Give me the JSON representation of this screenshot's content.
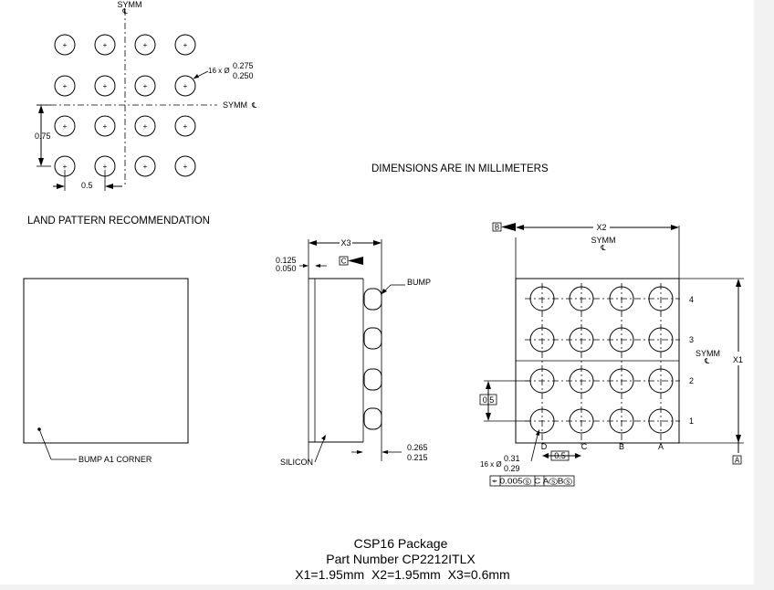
{
  "land_pattern": {
    "symm_top": "SYMM",
    "symm_right": "SYMM",
    "cl": "℄",
    "pad_callout_prefix": "16 x Ø",
    "pad_dia_max": "0.275",
    "pad_dia_min": "0.250",
    "pitch_vertical": "0.75",
    "pitch_horizontal": "0.5",
    "title": "LAND PATTERN RECOMMENDATION"
  },
  "units_note": "DIMENSIONS ARE IN MILLIMETERS",
  "bottom_view": {
    "callout": "BUMP A1 CORNER"
  },
  "side_view": {
    "width_label": "X3",
    "dim_top_max": "0.125",
    "dim_top_min": "0.050",
    "datum_c": "C",
    "bump_label": "BUMP",
    "silicon_label": "SILICON",
    "dim_bottom_max": "0.265",
    "dim_bottom_min": "0.215"
  },
  "top_view": {
    "datum_b": "B",
    "width_label": "X2",
    "symm_top": "SYMM",
    "symm_right": "SYMM",
    "cl": "℄",
    "height_label": "X1",
    "datum_a": "A",
    "row_labels": [
      "4",
      "3",
      "2",
      "1"
    ],
    "col_labels": [
      "D",
      "C",
      "B",
      "A"
    ],
    "pitch_vertical": "0.5",
    "pitch_horizontal": "0.5",
    "ball_callout_prefix": "16 x Ø",
    "ball_dia_max": "0.31",
    "ball_dia_min": "0.29",
    "tolerance_frame": "⌖ 0.005Ⓢ C AⓈBⓈ"
  },
  "package": {
    "line1": "CSP16 Package",
    "line2": "Part Number CP2212ITLX",
    "line3": "X1=1.95mm  X2=1.95mm  X3=0.6mm"
  }
}
